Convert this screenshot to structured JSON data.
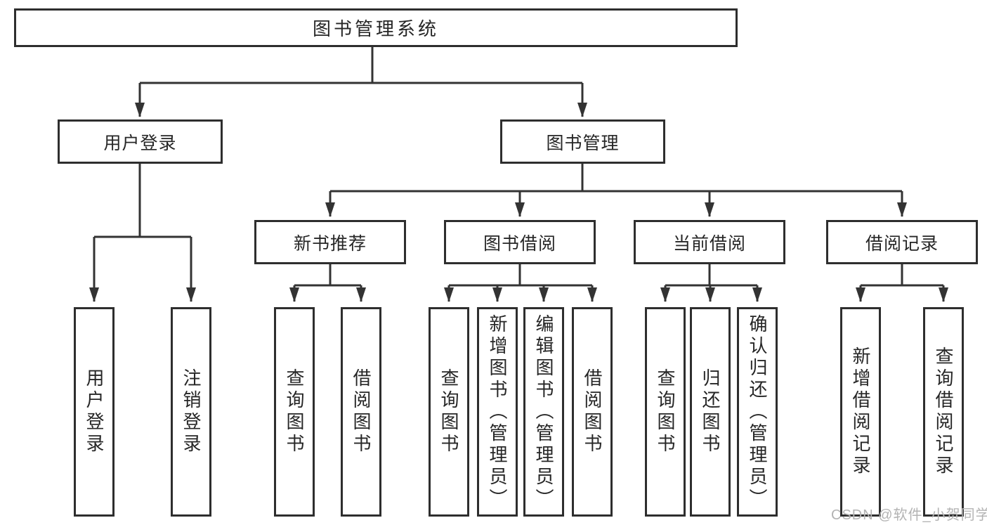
{
  "diagram": {
    "root": {
      "label": "图书管理系统"
    },
    "branches": [
      {
        "label": "用户登录",
        "children": [
          {
            "label": "用户登录"
          },
          {
            "label": "注销登录"
          }
        ]
      },
      {
        "label": "图书管理",
        "children": [
          {
            "label": "新书推荐",
            "children": [
              {
                "label": "查询图书"
              },
              {
                "label": "借阅图书"
              }
            ]
          },
          {
            "label": "图书借阅",
            "children": [
              {
                "label": "查询图书"
              },
              {
                "label": "新增图书（管理员）"
              },
              {
                "label": "编辑图书（管理员）"
              },
              {
                "label": "借阅图书"
              }
            ]
          },
          {
            "label": "当前借阅",
            "children": [
              {
                "label": "查询图书"
              },
              {
                "label": "归还图书"
              },
              {
                "label": "确认归还（管理员）"
              }
            ]
          },
          {
            "label": "借阅记录",
            "children": [
              {
                "label": "新增借阅记录"
              },
              {
                "label": "查询借阅记录"
              }
            ]
          }
        ]
      }
    ]
  },
  "watermark": {
    "text": "CSDN @软件_小贺同学"
  },
  "colors": {
    "line": "#333333",
    "box_border": "#2e2e2e",
    "text": "#262626",
    "watermark": "#b3b3b3",
    "background": "#ffffff"
  }
}
